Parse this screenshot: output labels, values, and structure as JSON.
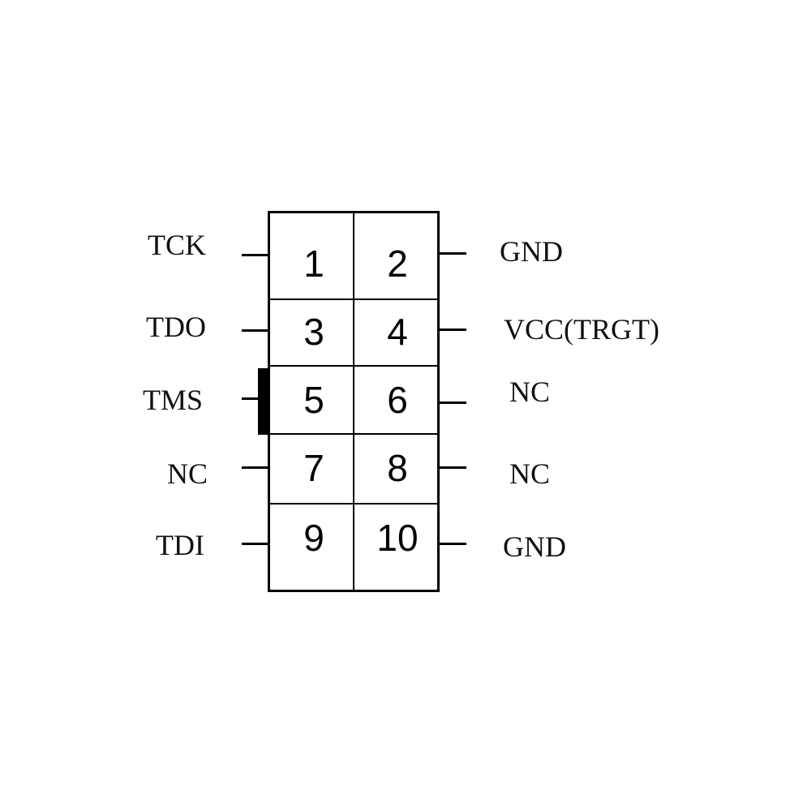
{
  "pinout": {
    "pins": [
      "1",
      "2",
      "3",
      "4",
      "5",
      "6",
      "7",
      "8",
      "9",
      "10"
    ],
    "left_signals": [
      "TCK",
      "TDO",
      "TMS",
      "NC",
      "TDI"
    ],
    "right_signals": [
      "GND",
      "VCC(TRGT)",
      "NC",
      "NC",
      "GND"
    ]
  }
}
